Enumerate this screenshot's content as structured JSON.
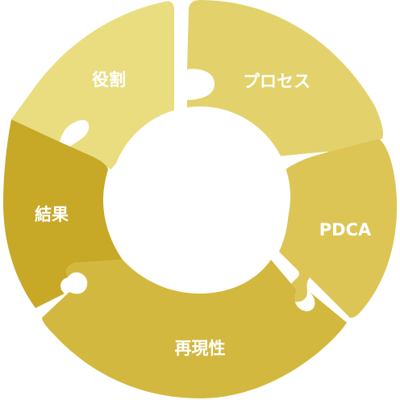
{
  "diagram": {
    "segments": [
      {
        "id": "role",
        "label": "役割",
        "color": "#eadd7f"
      },
      {
        "id": "process",
        "label": "プロセス",
        "color": "#e3d26b"
      },
      {
        "id": "pdca",
        "label": "PDCA",
        "color": "#dcc555"
      },
      {
        "id": "reproduce",
        "label": "再現性",
        "color": "#d3b83f"
      },
      {
        "id": "result",
        "label": "結果",
        "color": "#c7a827"
      }
    ]
  }
}
